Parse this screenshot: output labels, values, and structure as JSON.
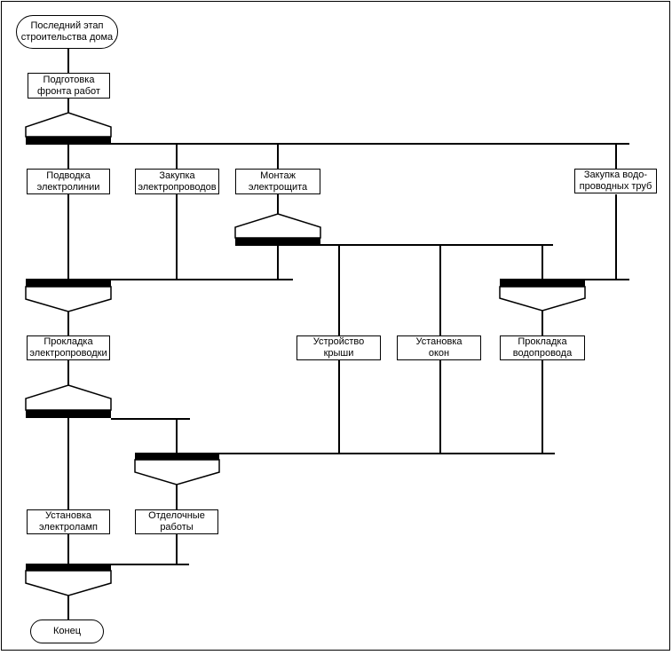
{
  "diagram": {
    "kind": "activity-flowchart",
    "language": "ru",
    "colors": {
      "background": "#ffffff",
      "line": "#000000",
      "sync_bar": "#000000",
      "node_fill": "#ffffff",
      "node_border": "#000000"
    },
    "nodes": [
      {
        "id": "start",
        "shape": "terminator",
        "lines": [
          "Последний этап",
          "строительства дома"
        ]
      },
      {
        "id": "podgotovka-fronta-rabot",
        "shape": "process",
        "lines": [
          "Подготовка",
          "фронта работ"
        ]
      },
      {
        "id": "podvodka-elektrolinii",
        "shape": "process",
        "lines": [
          "Подводка",
          "электролинии"
        ]
      },
      {
        "id": "zakupka-elektroprovodov",
        "shape": "process",
        "lines": [
          "Закупка",
          "электропроводов"
        ]
      },
      {
        "id": "montazh-elektroshchita",
        "shape": "process",
        "lines": [
          "Монтаж",
          "электрощита"
        ]
      },
      {
        "id": "zakupka-vodoprovodnyh-trub",
        "shape": "process",
        "lines": [
          "Закупка водо-",
          "проводных труб"
        ]
      },
      {
        "id": "prokladka-elektroprovodki",
        "shape": "process",
        "lines": [
          "Прокладка",
          "электропроводки"
        ]
      },
      {
        "id": "ustroystvo-kryshi",
        "shape": "process",
        "lines": [
          "Устройство",
          "крыши"
        ]
      },
      {
        "id": "ustanovka-okon",
        "shape": "process",
        "lines": [
          "Установка",
          "окон"
        ]
      },
      {
        "id": "prokladka-vodoprovoda",
        "shape": "process",
        "lines": [
          "Прокладка",
          "водопровода"
        ]
      },
      {
        "id": "ustanovka-elektrolamp",
        "shape": "process",
        "lines": [
          "Установка",
          "электроламп"
        ]
      },
      {
        "id": "otdelochnye-raboty",
        "shape": "process",
        "lines": [
          "Отделочные",
          "работы"
        ]
      },
      {
        "id": "end",
        "shape": "terminator",
        "lines": [
          "Конец"
        ]
      }
    ]
  }
}
